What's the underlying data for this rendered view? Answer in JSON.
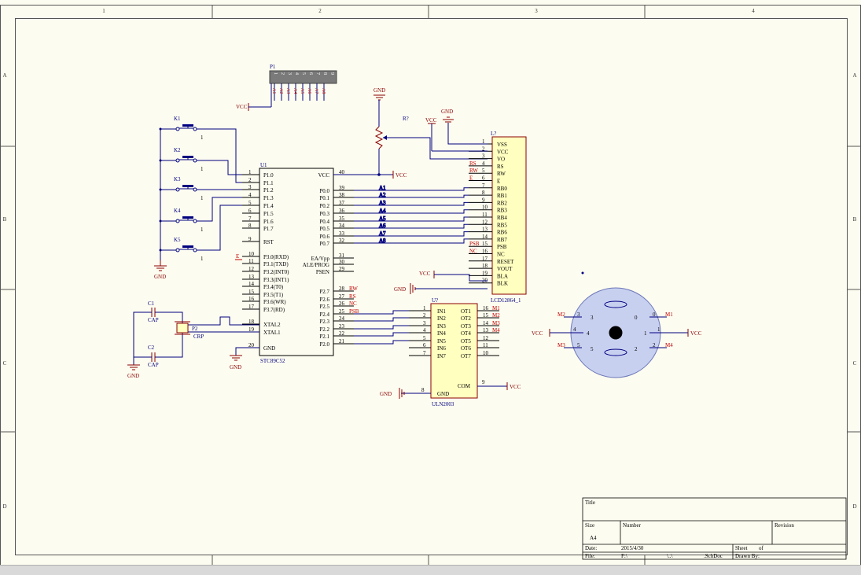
{
  "border": {
    "columns": [
      "1",
      "2",
      "3",
      "4"
    ],
    "rows": [
      "A",
      "B",
      "C",
      "D"
    ]
  },
  "connector": {
    "ref": "P1",
    "pins": [
      "1",
      "2",
      "3",
      "4",
      "5",
      "6",
      "7",
      "8",
      "9"
    ],
    "nets": [
      "A1",
      "A2",
      "A3",
      "A4",
      "A5",
      "A6",
      "A7",
      "A8"
    ],
    "power": "VCC"
  },
  "keys": [
    {
      "ref": "K1",
      "pin": "1"
    },
    {
      "ref": "K2",
      "pin": "1"
    },
    {
      "ref": "K3",
      "pin": "1"
    },
    {
      "ref": "K4",
      "pin": "1"
    },
    {
      "ref": "K5",
      "pin": "1"
    }
  ],
  "mcu": {
    "ref": "U1",
    "part": "STC89C52",
    "left_pins": [
      {
        "num": "1",
        "name": "P1.0"
      },
      {
        "num": "2",
        "name": "P1.1"
      },
      {
        "num": "3",
        "name": "P1.2"
      },
      {
        "num": "4",
        "name": "P1.3"
      },
      {
        "num": "5",
        "name": "P1.4"
      },
      {
        "num": "6",
        "name": "P1.5"
      },
      {
        "num": "7",
        "name": "P1.6"
      },
      {
        "num": "8",
        "name": "P1.7"
      },
      {
        "num": "9",
        "name": "RST"
      },
      {
        "num": "10",
        "name": "P3.0(RXD)"
      },
      {
        "num": "11",
        "name": "P3.1(TXD)"
      },
      {
        "num": "12",
        "name": "P3.2(INT0)"
      },
      {
        "num": "13",
        "name": "P3.3(INT1)"
      },
      {
        "num": "14",
        "name": "P3.4(T0)"
      },
      {
        "num": "15",
        "name": "P3.5(T1)"
      },
      {
        "num": "16",
        "name": "P3.6(WR)"
      },
      {
        "num": "17",
        "name": "P3.7(RD)"
      },
      {
        "num": "18",
        "name": "XTAL2"
      },
      {
        "num": "19",
        "name": "XTAL1"
      },
      {
        "num": "20",
        "name": "GND"
      }
    ],
    "right_pins": [
      {
        "num": "40",
        "name": "VCC"
      },
      {
        "num": "39",
        "name": "P0.0"
      },
      {
        "num": "38",
        "name": "P0.1"
      },
      {
        "num": "37",
        "name": "P0.2"
      },
      {
        "num": "36",
        "name": "P0.3"
      },
      {
        "num": "35",
        "name": "P0.4"
      },
      {
        "num": "34",
        "name": "P0.5"
      },
      {
        "num": "33",
        "name": "P0.6"
      },
      {
        "num": "32",
        "name": "P0.7"
      },
      {
        "num": "31",
        "name": "EA/Vpp"
      },
      {
        "num": "30",
        "name": "ALE/PROG"
      },
      {
        "num": "29",
        "name": "PSEN"
      },
      {
        "num": "28",
        "name": "P2.7"
      },
      {
        "num": "27",
        "name": "P2.6"
      },
      {
        "num": "26",
        "name": "P2.5"
      },
      {
        "num": "25",
        "name": "P2.4"
      },
      {
        "num": "24",
        "name": "P2.3"
      },
      {
        "num": "23",
        "name": "P2.2"
      },
      {
        "num": "22",
        "name": "P2.1"
      },
      {
        "num": "21",
        "name": "P2.0"
      }
    ],
    "left_net_e": "E",
    "right_nets_p0": [
      "A1",
      "A2",
      "A3",
      "A4",
      "A5",
      "A6",
      "A7",
      "A8"
    ],
    "right_nets_p2": [
      "RW",
      "RS",
      "NC",
      "PSB"
    ],
    "vcc": "VCC",
    "gnd": "GND"
  },
  "lcd": {
    "ref": "L?",
    "part": "LCD12864_1",
    "pins": [
      {
        "num": "1",
        "name": "VSS",
        "net": ""
      },
      {
        "num": "2",
        "name": "VCC",
        "net": ""
      },
      {
        "num": "3",
        "name": "VO",
        "net": ""
      },
      {
        "num": "4",
        "name": "RS",
        "net": "RS"
      },
      {
        "num": "5",
        "name": "RW",
        "net": "RW"
      },
      {
        "num": "6",
        "name": "E",
        "net": "E"
      },
      {
        "num": "7",
        "name": "RB0",
        "net": ""
      },
      {
        "num": "8",
        "name": "RB1",
        "net": ""
      },
      {
        "num": "9",
        "name": "RB2",
        "net": ""
      },
      {
        "num": "10",
        "name": "RB3",
        "net": ""
      },
      {
        "num": "11",
        "name": "RB4",
        "net": ""
      },
      {
        "num": "12",
        "name": "RB5",
        "net": ""
      },
      {
        "num": "13",
        "name": "RB6",
        "net": ""
      },
      {
        "num": "14",
        "name": "RB7",
        "net": ""
      },
      {
        "num": "15",
        "name": "PSB",
        "net": "PSB"
      },
      {
        "num": "16",
        "name": "NC",
        "net": "NC"
      },
      {
        "num": "17",
        "name": "RESET",
        "net": ""
      },
      {
        "num": "18",
        "name": "VOUT",
        "net": ""
      },
      {
        "num": "19",
        "name": "BLA",
        "net": ""
      },
      {
        "num": "20",
        "name": "BLK",
        "net": ""
      }
    ]
  },
  "pot": {
    "ref": "R?"
  },
  "crystal": {
    "ref": "P2",
    "part": "CRP"
  },
  "caps": [
    {
      "ref": "C1",
      "part": "CAP"
    },
    {
      "ref": "C2",
      "part": "CAP"
    }
  ],
  "driver": {
    "ref": "U?",
    "part": "ULN2003",
    "left_pins": [
      {
        "num": "1",
        "name": "IN1"
      },
      {
        "num": "2",
        "name": "IN2"
      },
      {
        "num": "3",
        "name": "IN3"
      },
      {
        "num": "4",
        "name": "IN4"
      },
      {
        "num": "5",
        "name": "IN5"
      },
      {
        "num": "6",
        "name": "IN6"
      },
      {
        "num": "7",
        "name": "IN7"
      }
    ],
    "right_pins": [
      {
        "num": "16",
        "name": "OT1",
        "net": "M1"
      },
      {
        "num": "15",
        "name": "OT2",
        "net": "M2"
      },
      {
        "num": "14",
        "name": "OT3",
        "net": "M3"
      },
      {
        "num": "13",
        "name": "OT4",
        "net": "M4"
      },
      {
        "num": "12",
        "name": "OT5",
        "net": ""
      },
      {
        "num": "11",
        "name": "OT6",
        "net": ""
      },
      {
        "num": "10",
        "name": "OT7",
        "net": ""
      }
    ],
    "gnd_pin": {
      "num": "8",
      "name": "GND"
    },
    "com_pin": {
      "num": "9",
      "name": "COM"
    }
  },
  "motor": {
    "pins": [
      {
        "num": "0",
        "outer": "0",
        "net": "M1"
      },
      {
        "num": "1",
        "outer": "1",
        "net": "VCC"
      },
      {
        "num": "2",
        "outer": "2",
        "net": "M4"
      },
      {
        "num": "3",
        "outer": "3",
        "net": "M2"
      },
      {
        "num": "4",
        "outer": "4",
        "net": "VCC"
      },
      {
        "num": "5",
        "outer": "5",
        "net": "M3"
      }
    ]
  },
  "labels": {
    "gnd": "GND",
    "vcc": "VCC"
  },
  "title_block": {
    "title_label": "Title",
    "size_label": "Size",
    "size_value": "A4",
    "number_label": "Number",
    "revision_label": "Revision",
    "date_label": "Date:",
    "date_value": "2015/4/30",
    "sheet_label": "Sheet",
    "of_label": "of",
    "file_label": "File:",
    "file_value": "F:\\",
    "file_mid": "\\..\\",
    "file_ext": ".SchDoc",
    "drawn_label": "Drawn By:"
  },
  "colors": {
    "wire": "#000080",
    "net_label": "#c00000",
    "component_fill": "#ffffc0",
    "component_stroke": "#8b0000",
    "power": "#8b0000",
    "background": "#fdfcf0"
  }
}
